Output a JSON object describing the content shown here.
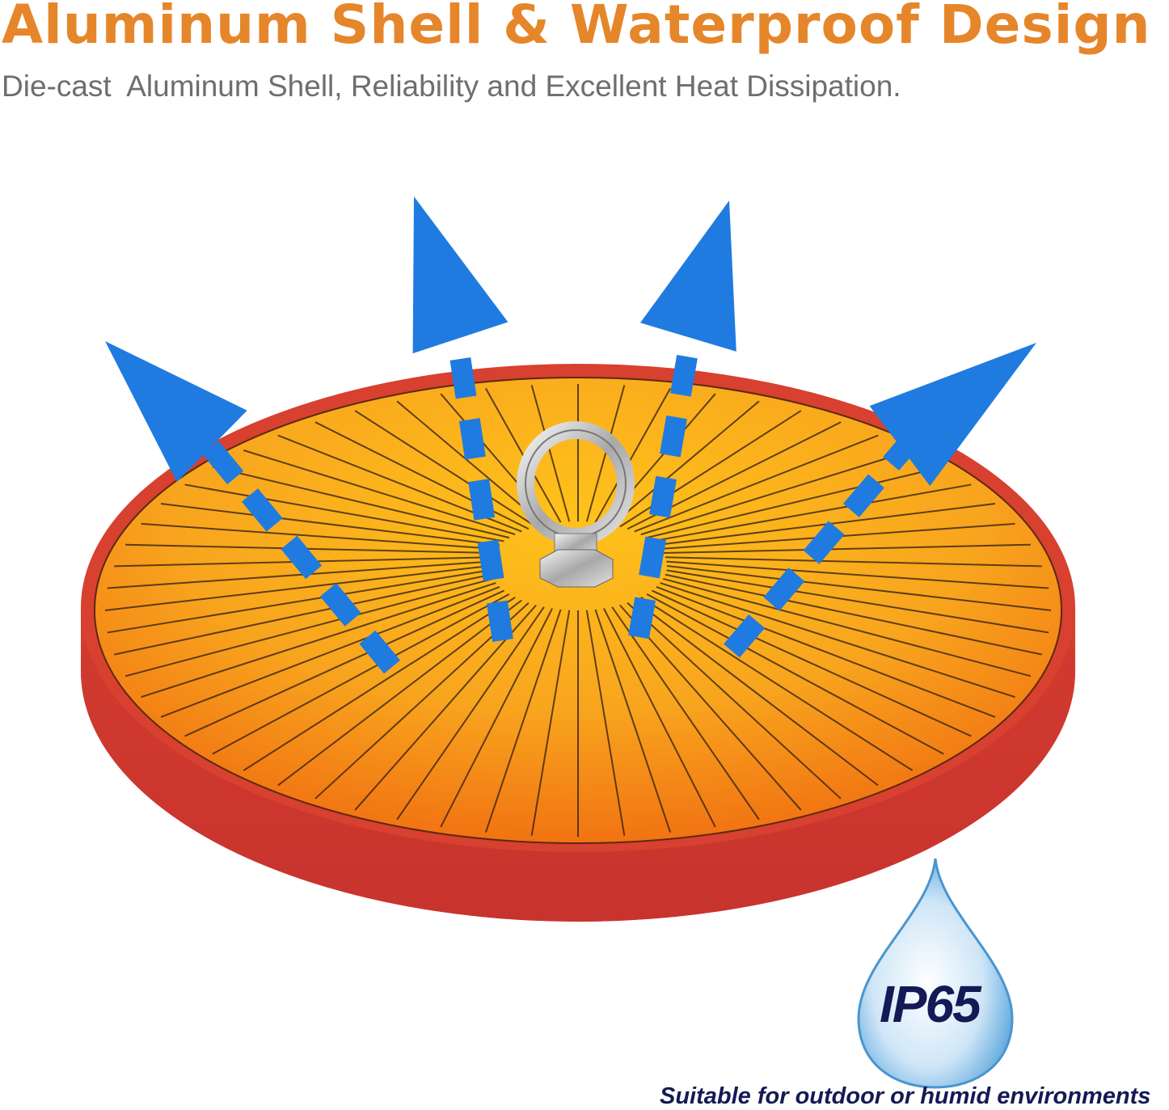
{
  "header": {
    "title": "Aluminum Shell & Waterproof Design",
    "subtitle": "Die-cast  Aluminum Shell, Reliability and Excellent Heat Dissipation."
  },
  "badge": {
    "rating": "IP65",
    "caption": "Suitable for outdoor or humid environments"
  },
  "colors": {
    "title": "#e6862a",
    "subtitle": "#6e6e6e",
    "arrow": "#1f7be0",
    "disc_edge": "#d23a30",
    "disc_hot": "#f5a623",
    "badge_text": "#141a55"
  }
}
